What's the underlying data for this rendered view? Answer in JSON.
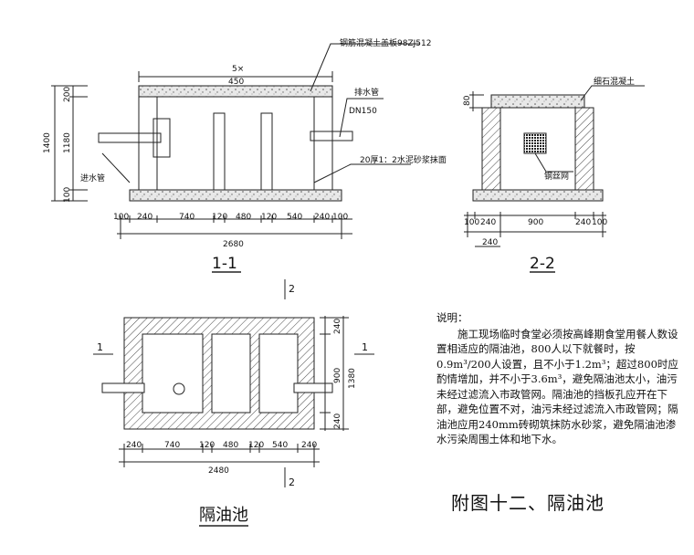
{
  "section_1": {
    "title": "1-1",
    "label_slab": "钢筋混凝土盖板98ZJ512",
    "label_drain_pipe": "排水管",
    "label_dn": "DN150",
    "label_plaster": "20厚1：2水泥砂浆抹面",
    "label_inlet": "进水管",
    "top_dim_a": "5×",
    "top_dim_b": "450",
    "left_dims": [
      "1400",
      "200",
      "1180",
      "100"
    ],
    "bottom_dims": [
      "100",
      "240",
      "740",
      "120",
      "480",
      "120",
      "540",
      "240",
      "100"
    ],
    "total": "2680"
  },
  "section_2": {
    "title": "2-2",
    "label_concrete": "细石混凝土",
    "label_mesh": "钢丝网",
    "top_dim": "80",
    "bottom_dims": [
      "100",
      "240",
      "900",
      "240",
      "100"
    ],
    "sub_dim": "240"
  },
  "plan": {
    "title": "隔油池",
    "cut_mark": "1",
    "cut_mark_2": "2",
    "right_dims": [
      "240",
      "900",
      "240"
    ],
    "right_total": "1380",
    "bottom_dims": [
      "240",
      "740",
      "120",
      "480",
      "120",
      "540",
      "240"
    ],
    "total": "2480"
  },
  "notes": {
    "heading": "说明：",
    "body": "施工现场临时食堂必须按高峰期食堂用餐人数设置相适应的隔油池，800人以下就餐时，按0.9m³/200人设置，且不小于1.2m³；超过800时应酌情增加，并不小于3.6m³，避免隔油池太小，油污未经过滤流入市政管网。隔油池的挡板孔应开在下部，避免位置不对，油污未经过滤流入市政管网；隔油池应用240mm砖砌筑抹防水砂浆，避免隔油池渗水污染周围土体和地下水。"
  },
  "caption": "附图十二、隔油池"
}
